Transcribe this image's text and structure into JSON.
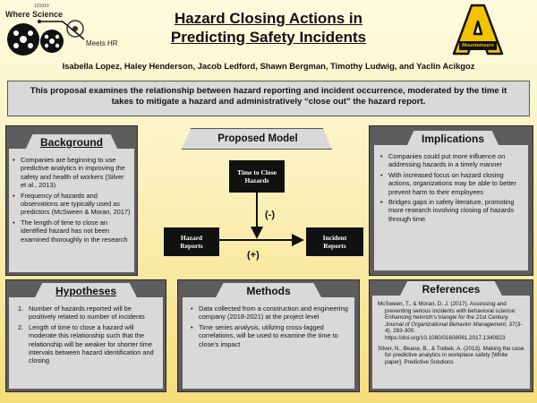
{
  "header": {
    "logo_left": {
      "tiny_text": "121019",
      "line1": "Where Science",
      "line2": "Meets HR"
    },
    "title": "Hazard Closing Actions in Predicting Safety Incidents",
    "logo_right": {
      "letter": "A",
      "word": "Mountaineers"
    },
    "authors": "Isabella Lopez, Haley Henderson, Jacob Ledford, Shawn Bergman, Timothy Ludwig, and Yaclin Acikgoz"
  },
  "abstract": "This proposal examines the relationship between hazard reporting and incident occurrence, moderated by the time it takes to mitigate a hazard and administratively “close out” the hazard report.",
  "background": {
    "heading": "Background",
    "items": [
      "Companies are beginning to use predictive analytics in improving the  safety and health of workers (Silver et al., 2013)",
      "Frequency of hazards and observations are typically used as predictors (McSween & Moran, 2017)",
      "The length of time to close an identified hazard has not been examined thoroughly in the research"
    ]
  },
  "model": {
    "heading": "Proposed Model",
    "moderator": "Time to Close Hazards",
    "predictor": "Hazard Reports",
    "outcome": "Incident Reports",
    "sign_moderator": "(-)",
    "sign_main": "(+)"
  },
  "implications": {
    "heading": "Implications",
    "items": [
      "Companies could put more influence on addressing hazards in a timely manner",
      "With increased focus on hazard closing actions, organizations may be able to better prevent harm to their employees",
      "Bridges gaps in safety literature, promoting more research involving closing of hazards through time"
    ]
  },
  "hypotheses": {
    "heading": "Hypotheses",
    "items": [
      {
        "num": "1.",
        "text": "Number of hazards reported will be positively related to number of incidents"
      },
      {
        "num": "2.",
        "text": "Length of time to close a hazard will moderate this relationship such that the relationship will be weaker for shorter time intervals between hazard identification and closing"
      }
    ]
  },
  "methods": {
    "heading": "Methods",
    "items": [
      "Data collected from a construction and engineering company (2018-2021) at the project level",
      "Time series analysis, utilizing cross-lagged correlations, will be used to examine the time to close’s impact"
    ]
  },
  "references": {
    "heading": "References",
    "items": [
      {
        "pre": "McSween, T., & Moran, D. J. (2017). Assessing and preventing serious incidents with behavioral science: Enhancing heinrich’s triangle for the 21st Century. ",
        "journal": "Journal of Organizational Behavior Management",
        "post": ", 37(3-4), 283-300. https://doi.org/10.1080/01608061.2017.1340923"
      },
      {
        "pre": "Silver, N., Beane, B., & Trebek, A. (2013). Making the case for predictive analytics in workplace    safety [White paper]. Predictive Solutions",
        "journal": "",
        "post": ""
      }
    ]
  },
  "colors": {
    "panel": "#d9d9d9",
    "dark_panel": "#5d5d5d",
    "gold": "#f2c400",
    "black": "#111111"
  }
}
